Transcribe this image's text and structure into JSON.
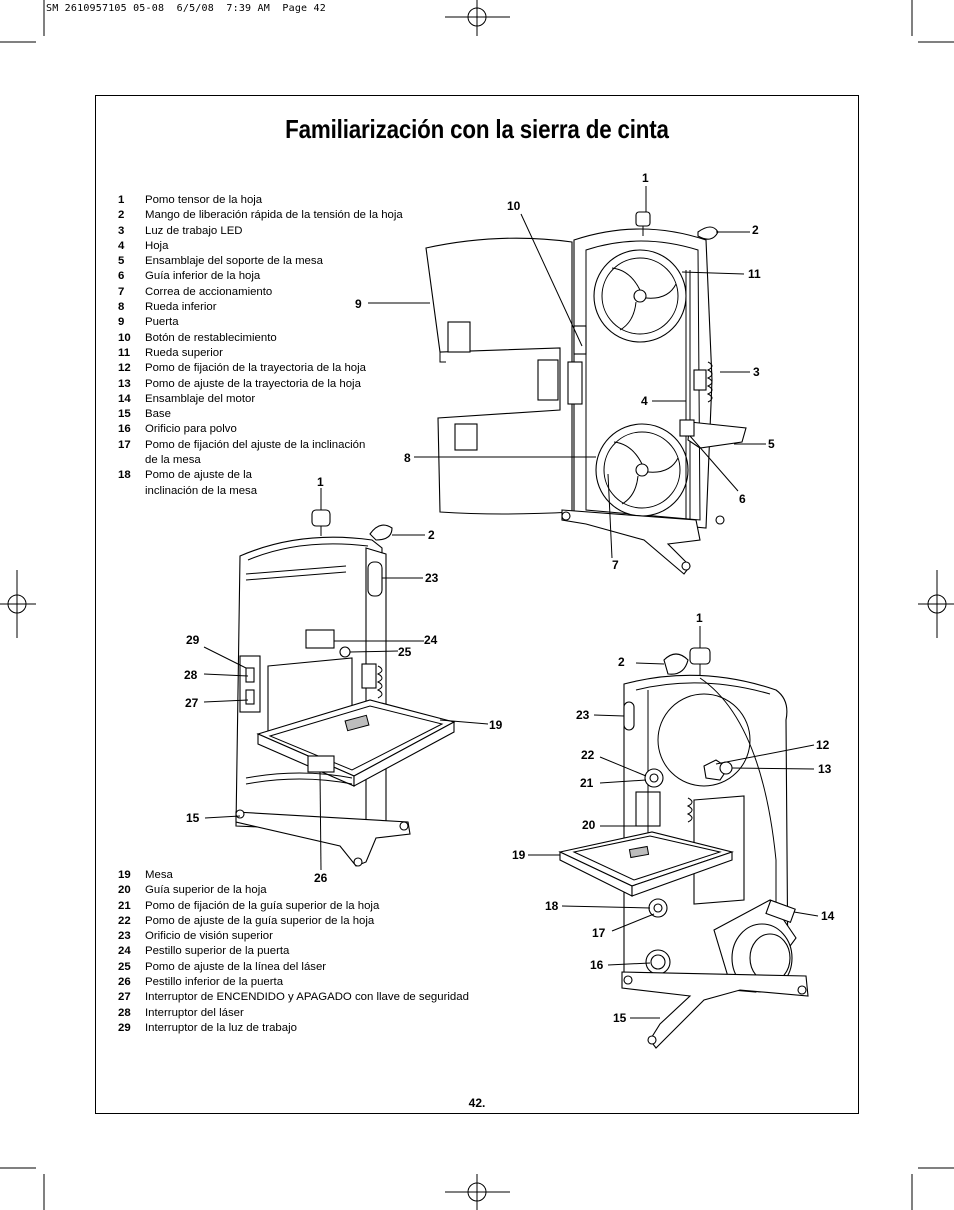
{
  "print_header": "SM 2610957105 05-08  6/5/08  7:39 AM  Page 42",
  "title": "Familiarización con la sierra de cinta",
  "page_number": "42.",
  "legend_top": [
    {
      "num": "1",
      "text": "Pomo tensor de la hoja"
    },
    {
      "num": "2",
      "text": "Mango de liberación rápida de la tensión de la hoja"
    },
    {
      "num": "3",
      "text": "Luz de trabajo LED"
    },
    {
      "num": "4",
      "text": "Hoja"
    },
    {
      "num": "5",
      "text": "Ensamblaje del soporte de la mesa"
    },
    {
      "num": "6",
      "text": "Guía inferior de la hoja"
    },
    {
      "num": "7",
      "text": "Correa de accionamiento"
    },
    {
      "num": "8",
      "text": "Rueda inferior"
    },
    {
      "num": "9",
      "text": "Puerta"
    },
    {
      "num": "10",
      "text": "Botón de restablecimiento"
    },
    {
      "num": "11",
      "text": "Rueda superior"
    },
    {
      "num": "12",
      "text": "Pomo de fijación de la trayectoria de la hoja"
    },
    {
      "num": "13",
      "text": "Pomo de ajuste de la trayectoria de la hoja"
    },
    {
      "num": "14",
      "text": "Ensamblaje del motor"
    },
    {
      "num": "15",
      "text": "Base"
    },
    {
      "num": "16",
      "text": "Orificio para polvo"
    },
    {
      "num": "17",
      "text": "Pomo de fijación del ajuste de la inclinación",
      "text2": "de la mesa"
    },
    {
      "num": "18",
      "text": "Pomo de ajuste de la",
      "text2": "inclinación de la mesa"
    }
  ],
  "legend_bottom": [
    {
      "num": "19",
      "text": "Mesa"
    },
    {
      "num": "20",
      "text": "Guía superior de la hoja"
    },
    {
      "num": "21",
      "text": "Pomo de fijación de la guía superior de la hoja"
    },
    {
      "num": "22",
      "text": "Pomo de ajuste de la guía superior de la hoja"
    },
    {
      "num": "23",
      "text": "Orificio de visión superior"
    },
    {
      "num": "24",
      "text": "Pestillo superior de la puerta"
    },
    {
      "num": "25",
      "text": "Pomo de ajuste de la línea del láser"
    },
    {
      "num": "26",
      "text": "Pestillo inferior de la puerta"
    },
    {
      "num": "27",
      "text": "Interruptor de ENCENDIDO y APAGADO con llave de seguridad"
    },
    {
      "num": "28",
      "text": "Interruptor del láser"
    },
    {
      "num": "29",
      "text": "Interruptor de la luz de trabajo"
    }
  ],
  "callouts_open_view": [
    "1",
    "10",
    "2",
    "11",
    "9",
    "3",
    "4",
    "5",
    "8",
    "6",
    "7"
  ],
  "callouts_front_view": [
    "1",
    "2",
    "23",
    "29",
    "24",
    "25",
    "28",
    "27",
    "19",
    "15",
    "26"
  ],
  "callouts_side_view": [
    "1",
    "2",
    "23",
    "12",
    "22",
    "13",
    "21",
    "20",
    "19",
    "18",
    "14",
    "17",
    "16",
    "15"
  ]
}
